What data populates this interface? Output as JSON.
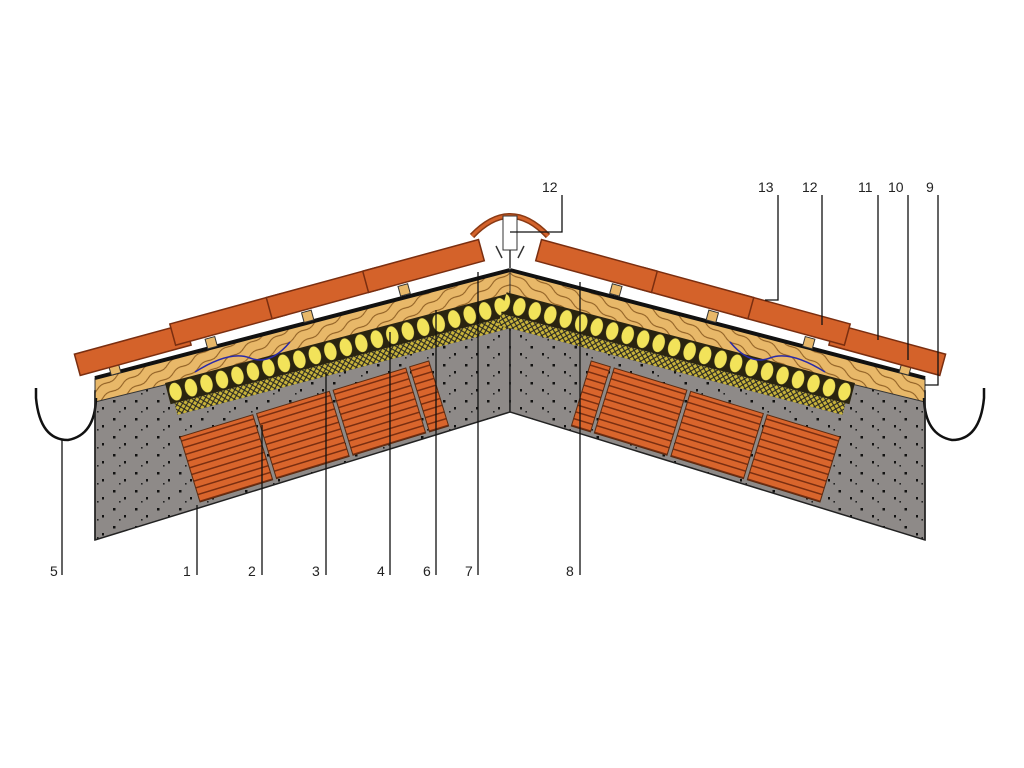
{
  "diagram": {
    "type": "pitched roof cross-section",
    "colors": {
      "tile": "#d4622a",
      "tile_edge": "#7a2e10",
      "wood": "#e8b869",
      "insulation": "#f2e35a",
      "concrete": "#8e8a88",
      "brick": "#d9652c",
      "membrane": "#111111",
      "airflow": "#2a2aa8"
    },
    "labels": {
      "l1": "1",
      "l2": "2",
      "l3": "3",
      "l4": "4",
      "l5": "5",
      "l6": "6",
      "l7": "7",
      "l8": "8",
      "l9": "9",
      "l10": "10",
      "l11": "11",
      "l12a": "12",
      "l12b": "12",
      "l13": "13"
    }
  }
}
